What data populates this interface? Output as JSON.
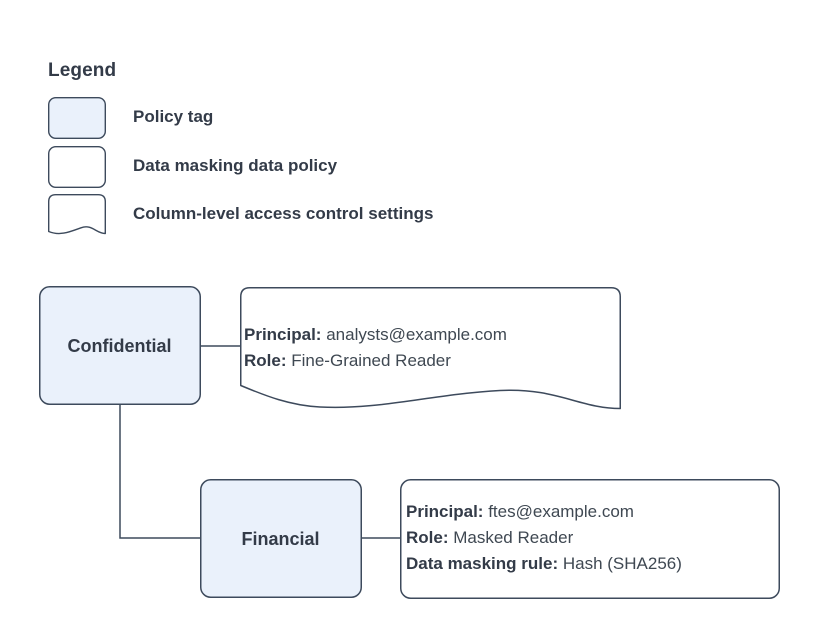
{
  "legend": {
    "title": "Legend",
    "items": [
      {
        "shape": "policy-tag-swatch",
        "fill": "#eaf1fb",
        "stroke": "#3d4a5c",
        "label": "Policy tag"
      },
      {
        "shape": "data-policy-swatch",
        "fill": "#ffffff",
        "stroke": "#3d4a5c",
        "label": "Data masking data policy"
      },
      {
        "shape": "access-settings-swatch",
        "fill": "#ffffff",
        "stroke": "#3d4a5c",
        "label": "Column-level access control settings"
      }
    ]
  },
  "diagram": {
    "nodes": [
      {
        "id": "confidential",
        "label": "Confidential",
        "fill": "#eaf1fb",
        "stroke": "#3d4a5c"
      },
      {
        "id": "financial",
        "label": "Financial",
        "fill": "#eaf1fb",
        "stroke": "#3d4a5c"
      }
    ],
    "callouts": [
      {
        "id": "confidential-access-settings",
        "style": "wavy",
        "fill": "#ffffff",
        "stroke": "#3d4a5c",
        "lines": [
          {
            "key": "Principal:",
            "value": "analysts@example.com"
          },
          {
            "key": "Role:",
            "value": "Fine-Grained Reader"
          }
        ]
      },
      {
        "id": "financial-data-policy",
        "style": "plain",
        "fill": "#ffffff",
        "stroke": "#3d4a5c",
        "lines": [
          {
            "key": "Principal:",
            "value": "ftes@example.com"
          },
          {
            "key": "Role:",
            "value": "Masked Reader"
          },
          {
            "key": "Data masking rule:",
            "value": "Hash (SHA256)"
          }
        ]
      }
    ],
    "connectors": [
      {
        "id": "confidential-to-access-settings",
        "stroke": "#3d4a5c"
      },
      {
        "id": "confidential-to-financial",
        "stroke": "#3d4a5c"
      },
      {
        "id": "financial-to-data-policy",
        "stroke": "#3d4a5c"
      }
    ]
  }
}
